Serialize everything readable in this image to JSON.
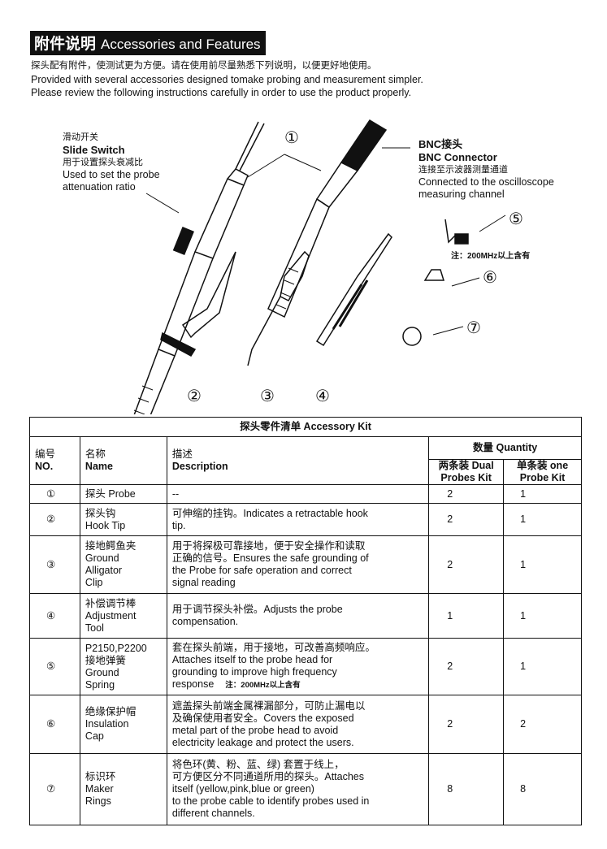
{
  "header": {
    "title_cn": "附件说明",
    "title_en": "Accessories and Features"
  },
  "intro": {
    "cn": "探头配有附件，使测试更为方便。请在使用前尽量熟悉下列说明，以便更好地使用。",
    "en1": "Provided with several accessories designed tomake probing and measurement simpler.",
    "en2": "Please review the following instructions carefully in order to use the product properly."
  },
  "figure": {
    "slide_switch": {
      "cn": "滑动开关",
      "en": "Slide Switch",
      "desc_cn": "用于设置探头衰减比",
      "desc_en1": "Used to set the probe",
      "desc_en2": "attenuation ratio"
    },
    "bnc": {
      "cn": "BNC接头",
      "en": "BNC Connector",
      "desc_cn": "连接至示波器测量通道",
      "desc_en1": "Connected to the oscilloscope",
      "desc_en2": "measuring channel"
    },
    "note": "注：200MHz以上含有",
    "markers": [
      "①",
      "②",
      "③",
      "④",
      "⑤",
      "⑥",
      "⑦"
    ]
  },
  "table": {
    "title": "探头零件清单 Accessory Kit",
    "headers": {
      "no_cn": "编号",
      "no_en": "NO.",
      "name_cn": "名称",
      "name_en": "Name",
      "desc_cn": "描述",
      "desc_en": "Description",
      "qty": "数量 Quantity",
      "dual1": "两条装 Dual",
      "dual2": "Probes Kit",
      "one1": "单条装 one",
      "one2": "Probe Kit"
    },
    "rows": [
      {
        "no": "①",
        "name": [
          "探头 Probe"
        ],
        "desc": [
          "--"
        ],
        "dual": "2",
        "one": "1"
      },
      {
        "no": "②",
        "name": [
          "探头钩",
          "Hook Tip"
        ],
        "desc": [
          "可伸缩的挂钩。Indicates a retractable hook",
          "tip."
        ],
        "dual": "2",
        "one": "1"
      },
      {
        "no": "③",
        "name": [
          "接地鳄鱼夹",
          "Ground",
          "Alligator",
          "Clip"
        ],
        "desc": [
          "用于将探极可靠接地，便于安全操作和读取",
          "正确的信号。Ensures the safe grounding of",
          "the Probe for safe operation and correct",
          "signal reading"
        ],
        "dual": "2",
        "one": "1"
      },
      {
        "no": "④",
        "name": [
          "补偿调节棒",
          "Adjustment",
          "Tool"
        ],
        "desc": [
          "用于调节探头补偿。Adjusts the probe",
          "compensation."
        ],
        "dual": "1",
        "one": "1"
      },
      {
        "no": "⑤",
        "name": [
          "P2150,P2200",
          "接地弹簧",
          "Ground",
          "Spring"
        ],
        "desc": [
          "套在探头前端，用于接地，可改善高频响应。",
          "Attaches itself to the probe head for",
          "grounding to improve high frequency",
          "response"
        ],
        "note": "注：200MHz以上含有",
        "dual": "2",
        "one": "1"
      },
      {
        "no": "⑥",
        "name": [
          "绝缘保护帽",
          "Insulation",
          "Cap"
        ],
        "desc": [
          "遮盖探头前端金属裸漏部分，可防止漏电以",
          "及确保使用者安全。Covers the exposed",
          "metal part of the probe head to avoid",
          "electricity leakage and protect the users."
        ],
        "dual": "2",
        "one": "2"
      },
      {
        "no": "⑦",
        "name": [
          "标识环",
          "Maker",
          "Rings"
        ],
        "desc": [
          "将色环(黄、粉、蓝、绿) 套置于线上，",
          "可方便区分不同通道所用的探头。Attaches",
          "itself (yellow,pink,blue or green)",
          "to the probe cable to identify probes used in",
          "different channels."
        ],
        "dual": "8",
        "one": "8"
      }
    ]
  }
}
